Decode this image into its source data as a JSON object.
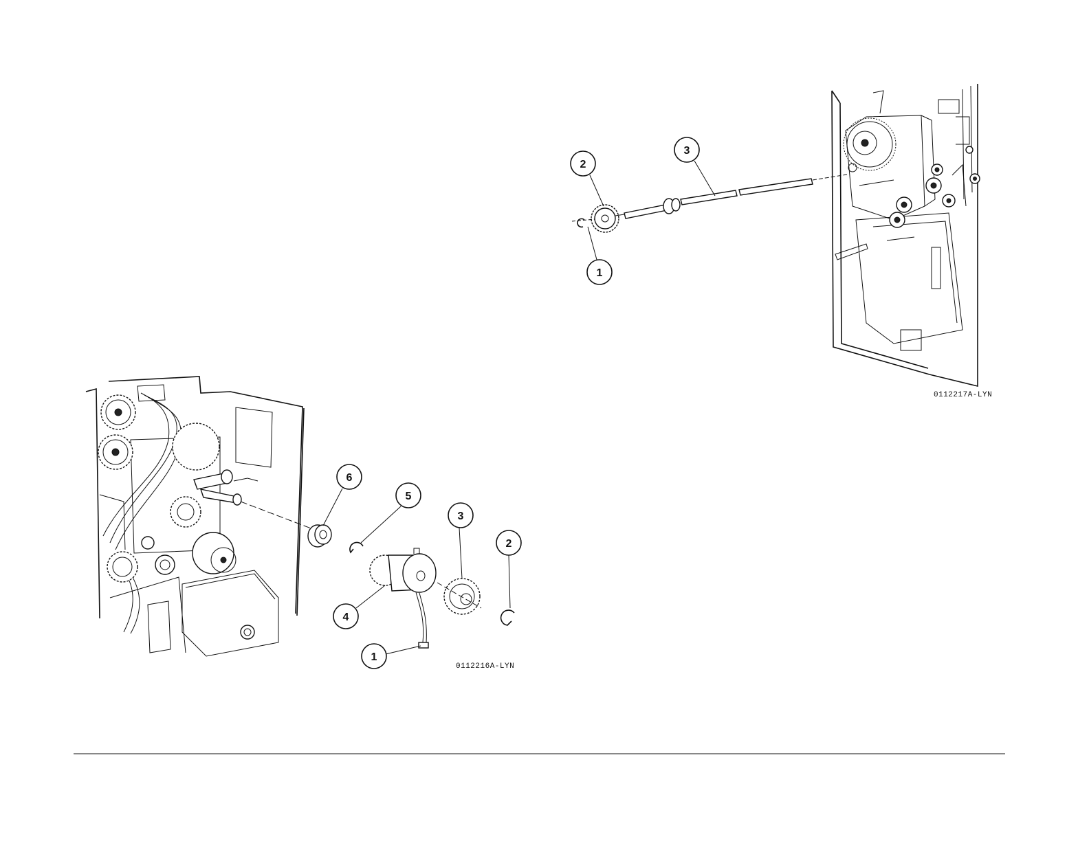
{
  "figure_right": {
    "label": "0112217A-LYN",
    "callouts": [
      "1",
      "2",
      "3"
    ]
  },
  "figure_left": {
    "label": "0112216A-LYN",
    "callouts": [
      "1",
      "2",
      "3",
      "4",
      "5",
      "6"
    ]
  }
}
